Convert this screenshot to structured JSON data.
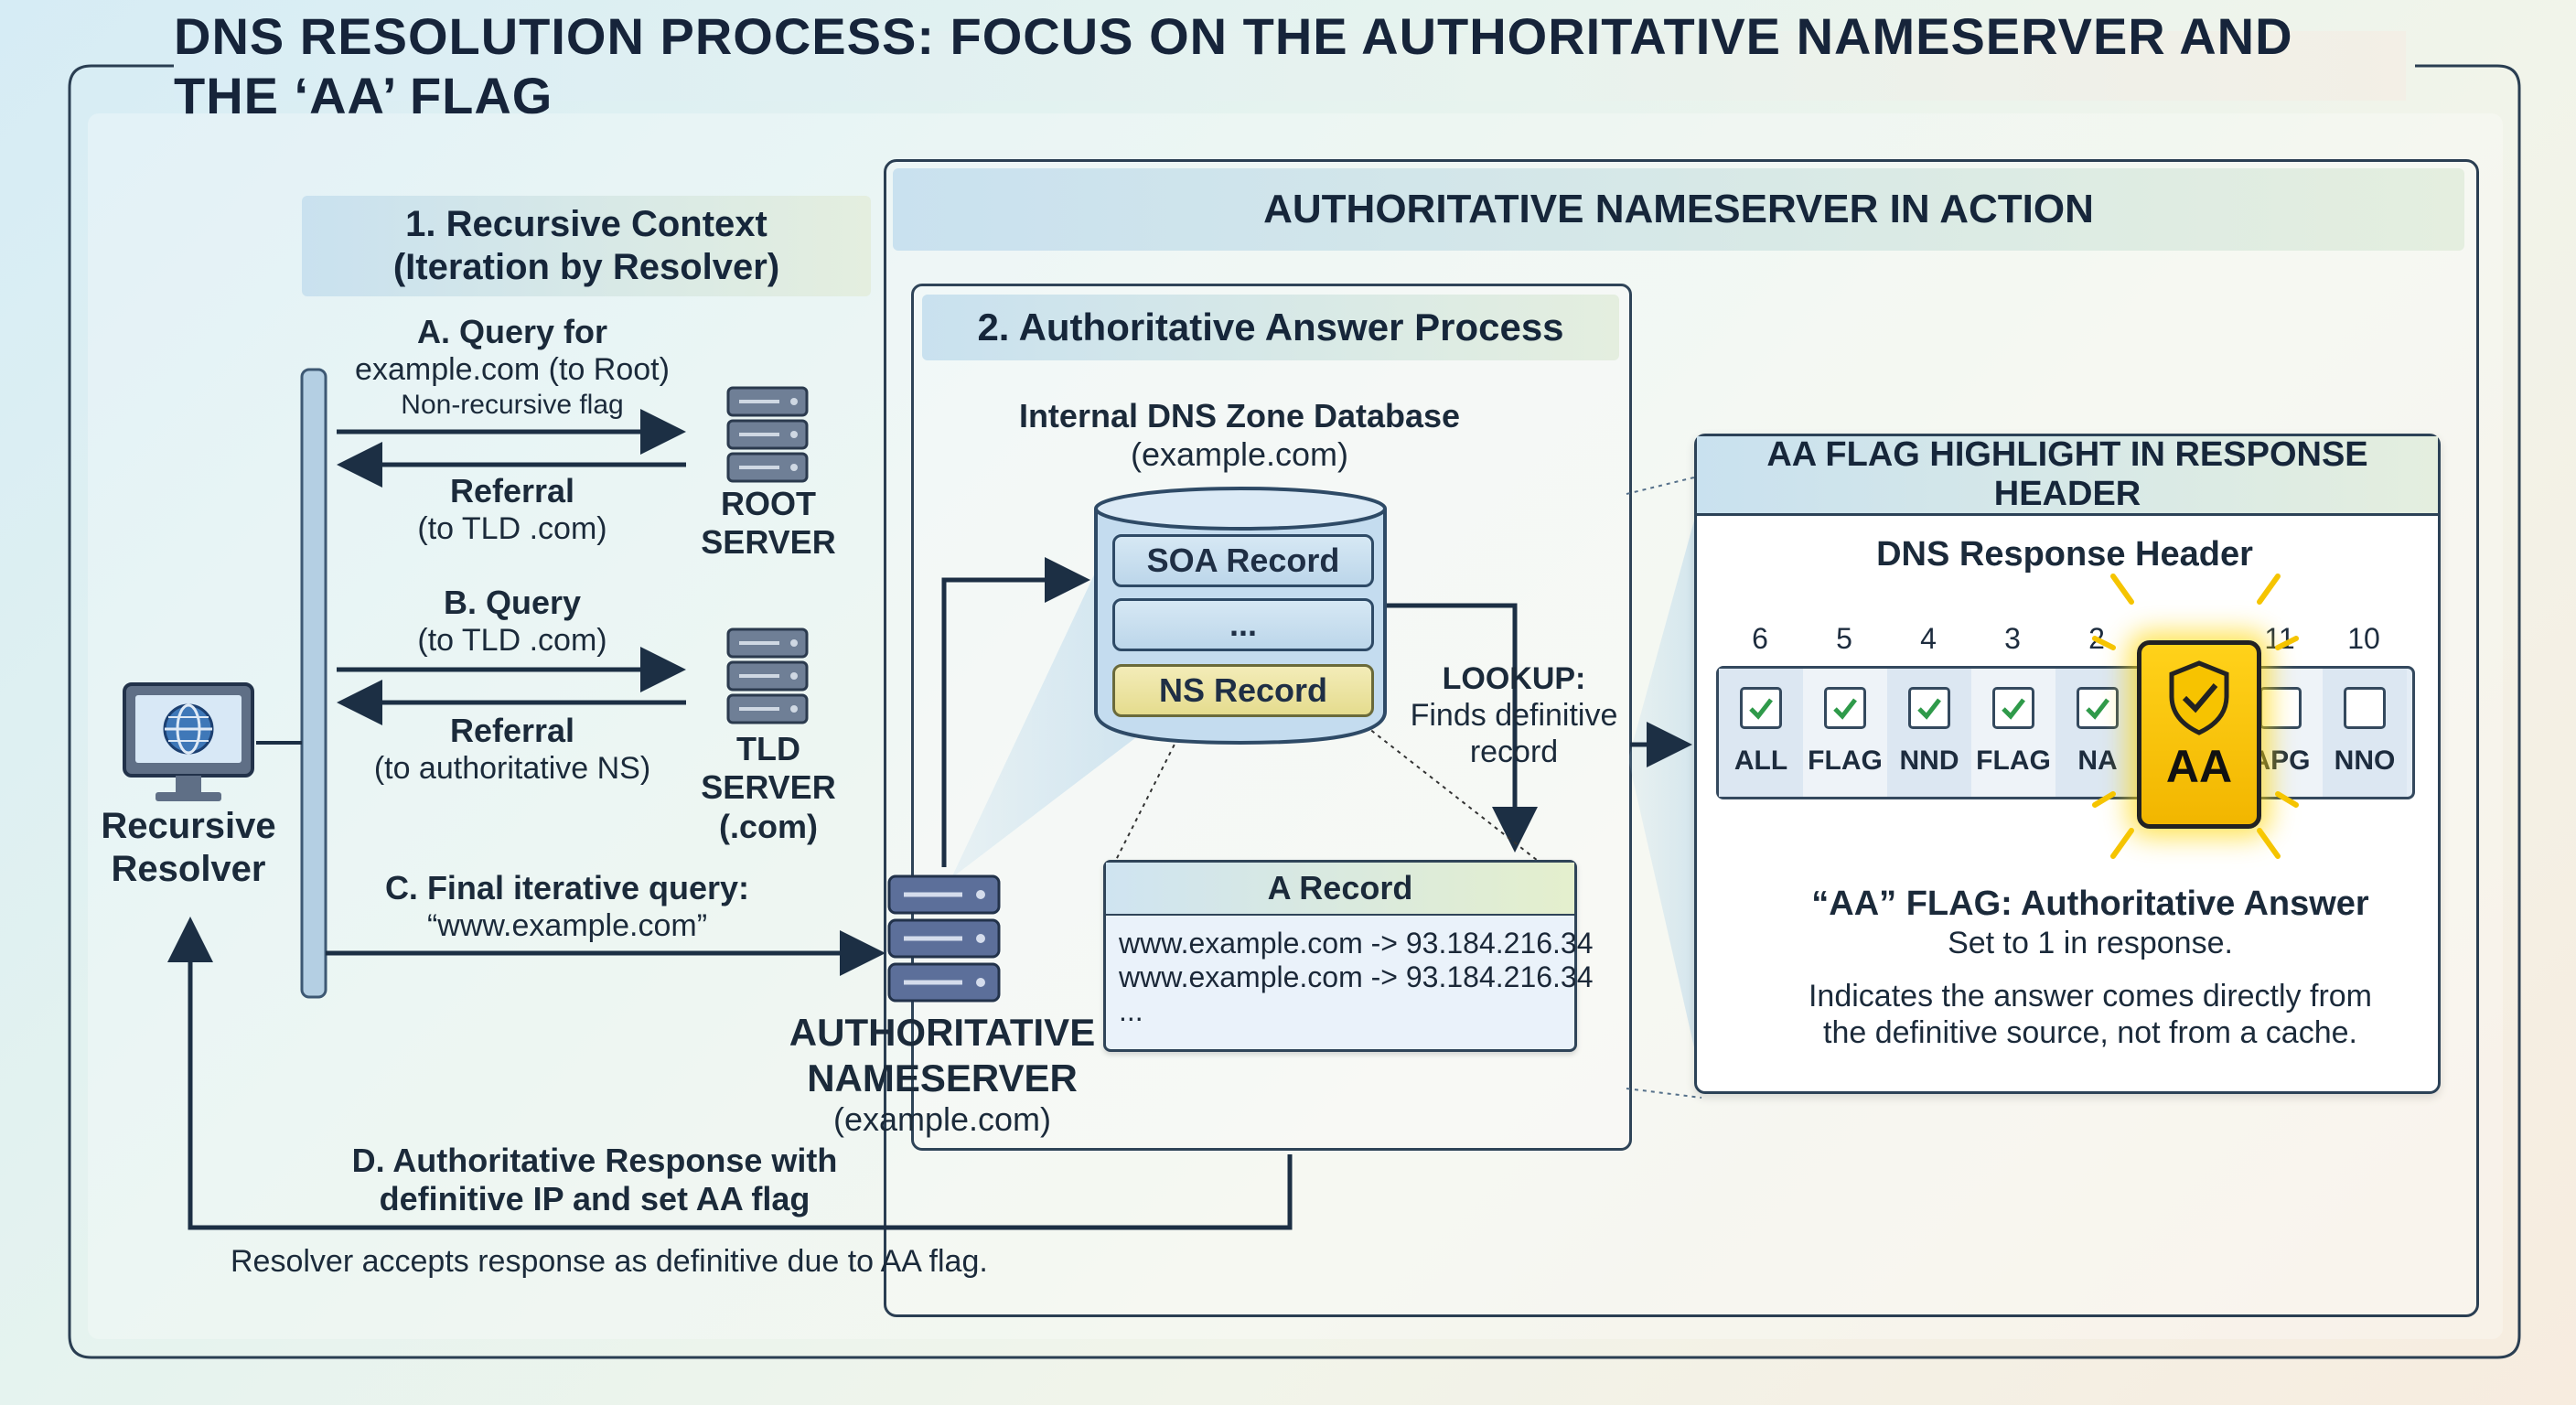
{
  "title": "DNS RESOLUTION PROCESS: FOCUS ON THE AUTHORITATIVE NAMESERVER AND THE ‘AA’ FLAG",
  "recursive_context": {
    "header_line1": "1. Recursive Context",
    "header_line2": "(Iteration by Resolver)",
    "resolver_label_line1": "Recursive",
    "resolver_label_line2": "Resolver",
    "step_a": {
      "title": "A. Query for",
      "line2": "example.com (to Root)",
      "line3": "Non-recursive flag",
      "reply_title": "Referral",
      "reply_sub": "(to TLD .com)"
    },
    "root_server": {
      "line1": "ROOT",
      "line2": "SERVER"
    },
    "step_b": {
      "title": "B. Query",
      "line2": "(to TLD .com)",
      "reply_title": "Referral",
      "reply_sub": "(to authoritative NS)"
    },
    "tld_server": {
      "line1": "TLD SERVER",
      "line2": "(.com)"
    },
    "step_c": {
      "title": "C. Final iterative query:",
      "line2": "“www.example.com”"
    },
    "step_d": {
      "line1": "D. Authoritative Response with",
      "line2": "definitive IP and set AA flag"
    },
    "footnote": "Resolver accepts response as definitive due to AA flag."
  },
  "authoritative_ns": {
    "section_title": "AUTHORITATIVE NAMESERVER IN ACTION",
    "label_line1": "AUTHORITATIVE",
    "label_line2": "NAMESERVER",
    "label_line3": "(example.com)"
  },
  "answer_process": {
    "header": "2. Authoritative Answer Process",
    "db_title": "Internal DNS Zone Database",
    "db_sub": "(example.com)",
    "records": [
      "SOA Record",
      "...",
      "NS Record"
    ],
    "lookup_title": "LOOKUP:",
    "lookup_line2": "Finds definitive",
    "lookup_line3": "record",
    "a_record": {
      "title": "A Record",
      "lines": [
        "www.example.com -> 93.184.216.34",
        "www.example.com -> 93.184.216.34",
        "..."
      ]
    }
  },
  "aa_flag": {
    "header": "AA FLAG HIGHLIGHT IN RESPONSE HEADER",
    "subheader": "DNS Response Header",
    "bits": [
      {
        "num": "6",
        "label": "ALL",
        "checked": true
      },
      {
        "num": "5",
        "label": "FLAG",
        "checked": true
      },
      {
        "num": "4",
        "label": "NND",
        "checked": true
      },
      {
        "num": "3",
        "label": "FLAG",
        "checked": true
      },
      {
        "num": "2",
        "label": "NA",
        "checked": true
      },
      {
        "num": "",
        "label": "AA",
        "checked": true
      },
      {
        "num": "11",
        "label": "APG",
        "checked": false
      },
      {
        "num": "10",
        "label": "NNO",
        "checked": false
      }
    ],
    "aa_title": "“AA” FLAG: Authoritative Answer",
    "aa_sub": "Set to 1 in response.",
    "aa_desc_line1": "Indicates the answer comes directly from",
    "aa_desc_line2": "the definitive source, not from a cache."
  },
  "colors": {
    "frame": "#2a3e52",
    "arrow": "#1c2f44",
    "highlight_gold": "#f5c400",
    "check_green": "#2f9a4a",
    "ns_record_fill": "#efe7a8",
    "a_record_header": "#d7ebd0"
  }
}
